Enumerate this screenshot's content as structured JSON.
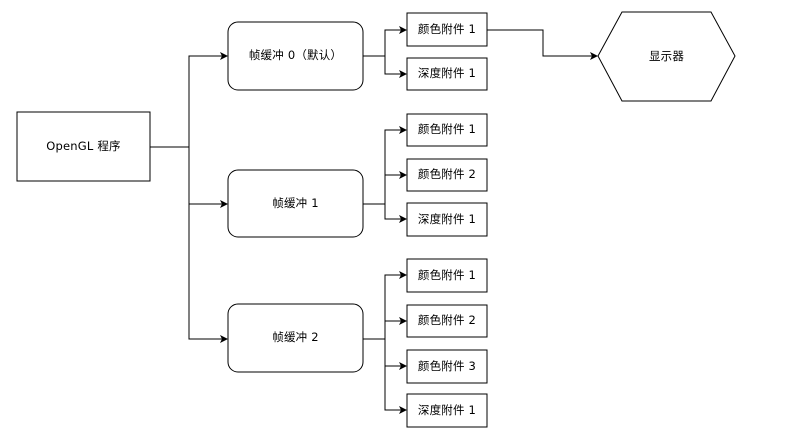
{
  "program": "OpenGL 程序",
  "display": "显示器",
  "framebuffers": [
    {
      "label": "帧缓冲 0（默认）",
      "attachments": [
        "颜色附件 1",
        "深度附件 1"
      ]
    },
    {
      "label": "帧缓冲 1",
      "attachments": [
        "颜色附件 1",
        "颜色附件 2",
        "深度附件 1"
      ]
    },
    {
      "label": "帧缓冲 2",
      "attachments": [
        "颜色附件 1",
        "颜色附件 2",
        "颜色附件 3",
        "深度附件 1"
      ]
    }
  ],
  "colors": {
    "stroke": "#000000",
    "fill": "#ffffff"
  }
}
